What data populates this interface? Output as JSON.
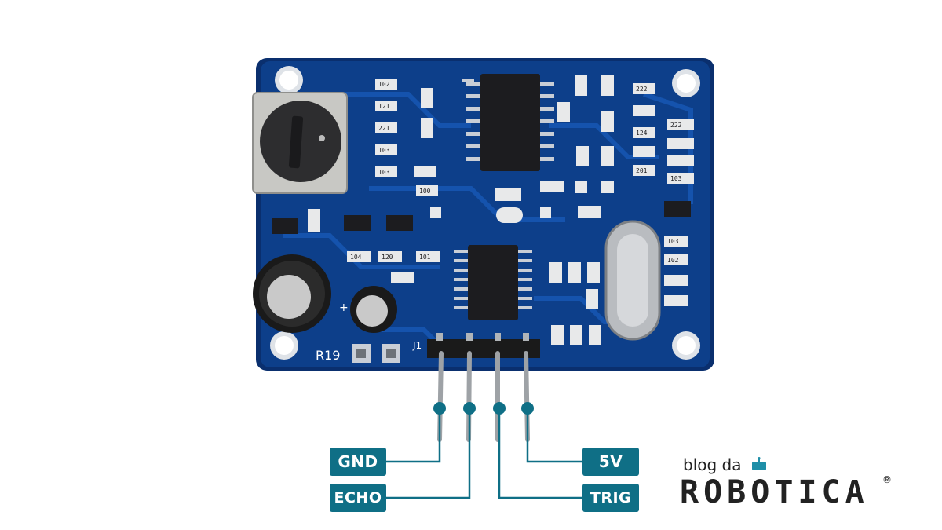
{
  "board": {
    "silkscreen_r19": "R19",
    "silkscreen_j1": "J1",
    "plus_mark": "+",
    "resistor_codes": [
      "102",
      "103",
      "221",
      "121",
      "103",
      "100",
      "104",
      "120",
      "101",
      "222",
      "222",
      "124",
      "201",
      "103",
      "103",
      "102"
    ],
    "colors": {
      "pcb": "#0d3f8a",
      "pcb_edge": "#0a2f6e",
      "trace": "#1553ad",
      "pad": "#c9ced6",
      "chip": "#1c1c1f"
    }
  },
  "pins": {
    "gnd": "GND",
    "echo": "ECHO",
    "five_v": "5V",
    "trig": "TRIG",
    "color": "#0f6f86"
  },
  "logo": {
    "small": "blog da",
    "big": "ROBOTICA",
    "reg": "®"
  }
}
